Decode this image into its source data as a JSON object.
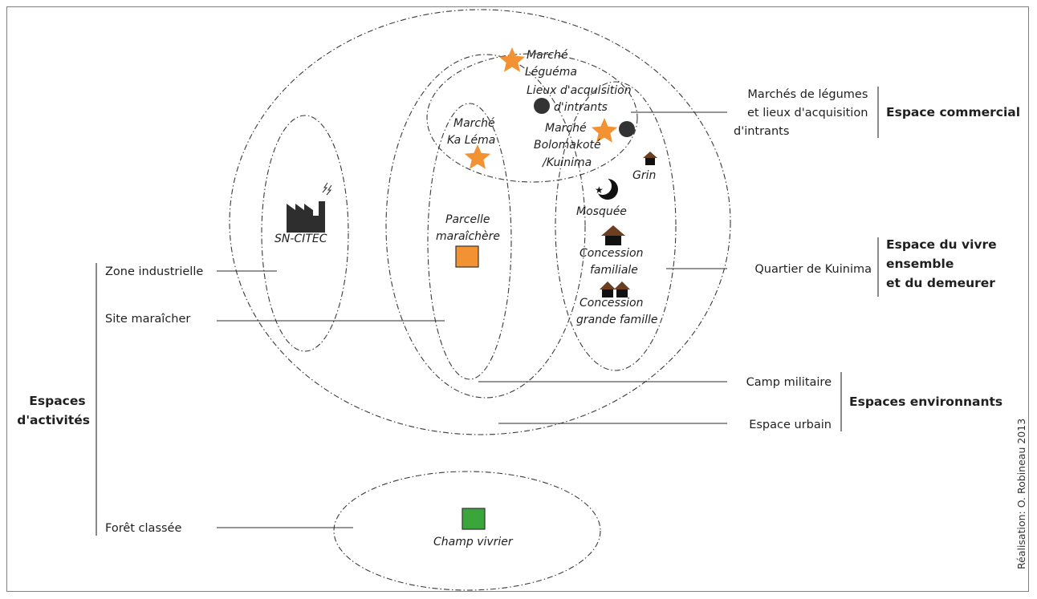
{
  "places": {
    "marche_leguema": [
      "Marché",
      "Léguéma"
    ],
    "lieux_acquisition": [
      "Lieux d'acquisition",
      "d'intrants"
    ],
    "marche_bolomakote": [
      "Marché",
      "Bolomakoté",
      "/Kuinima"
    ],
    "marche_ka_lema": [
      "Marché",
      "Ka Léma"
    ],
    "grin": "Grin",
    "mosquee": "Mosquée",
    "sn_citec": "SN-CITEC",
    "parcelle": [
      "Parcelle",
      "maraîchère"
    ],
    "concession_familiale": [
      "Concession",
      "familiale"
    ],
    "concession_grande": [
      "Concession",
      "grande famille"
    ],
    "champ_vivrier": "Champ vivrier"
  },
  "labels": {
    "marches_legumes": [
      "Marchés de légumes",
      "et lieux d'acquisition",
      "d'intrants"
    ],
    "quartier": "Quartier de Kuinima",
    "camp_militaire": "Camp militaire",
    "espace_urbain": "Espace urbain",
    "zone_industrielle": "Zone industrielle",
    "site_maraicher": "Site maraîcher",
    "foret_classee": "Forêt classée"
  },
  "groups": {
    "espace_commercial": "Espace commercial",
    "vivre_ensemble": [
      "Espace du vivre",
      "ensemble",
      "et du demeurer"
    ],
    "espaces_environnants": "Espaces environnants",
    "espaces_activites": [
      "Espaces",
      "d'activités"
    ]
  },
  "credit": "Réalisation: O. Robineau 2013",
  "colors": {
    "star": "#f39233",
    "parcelle": "#f39233",
    "champ": "#3aa53a",
    "dot": "#333333",
    "house": "#6b3f1f"
  }
}
